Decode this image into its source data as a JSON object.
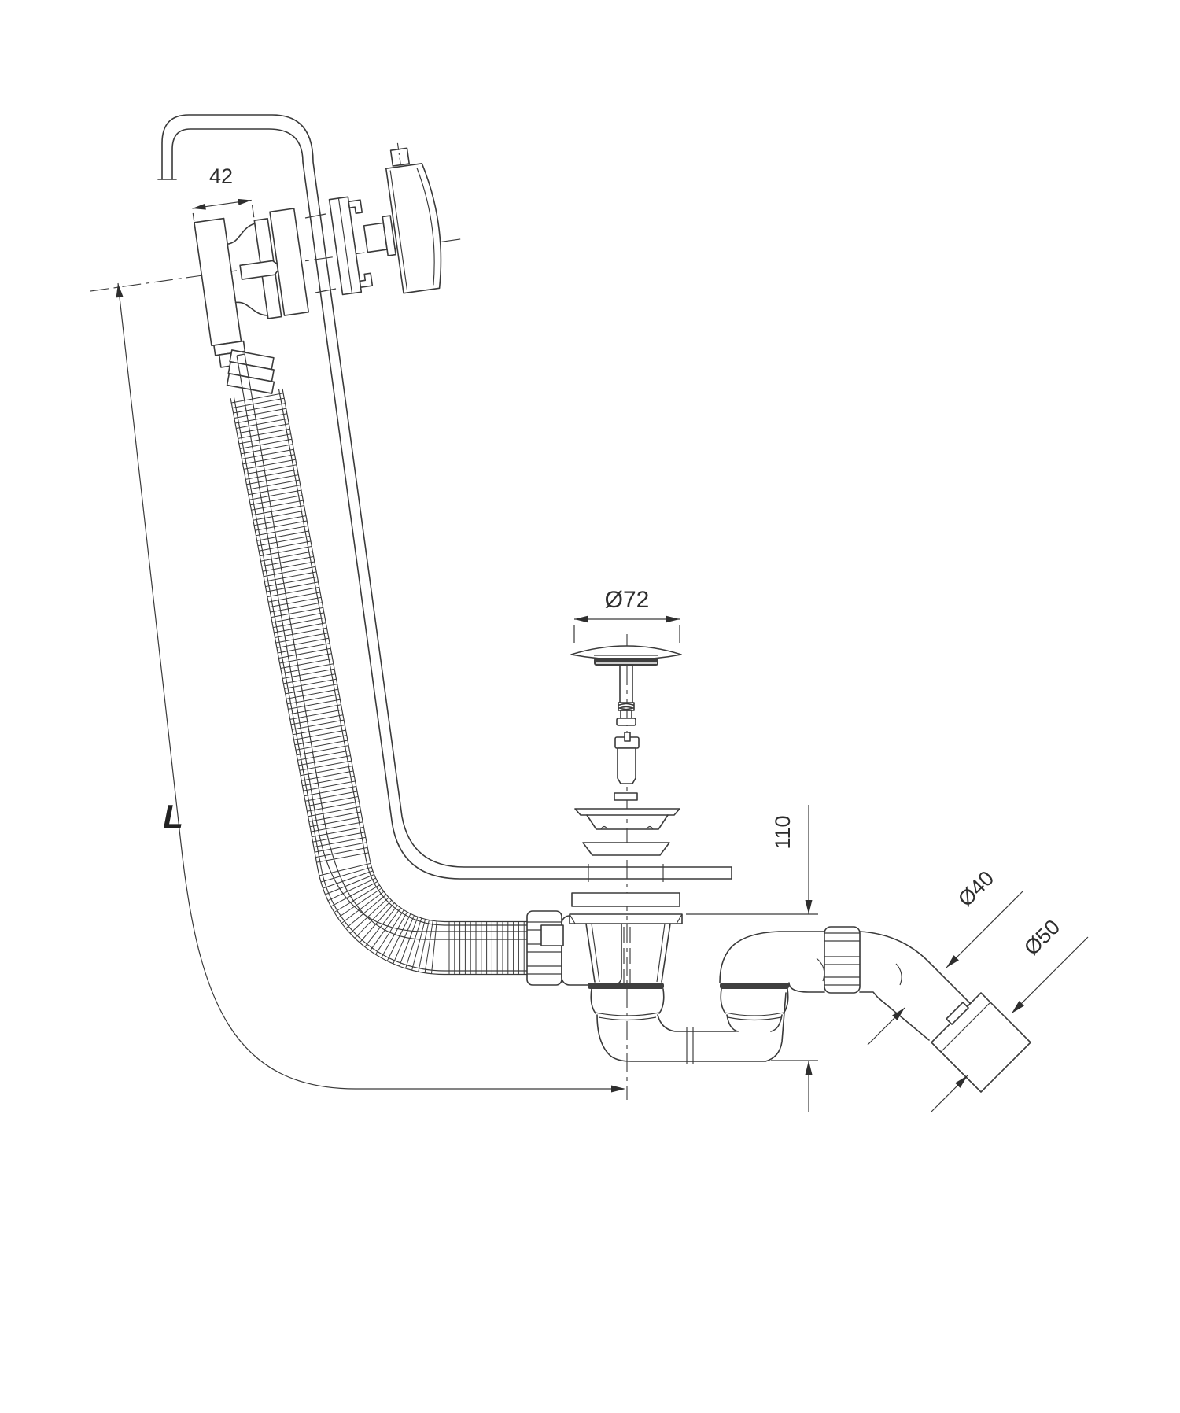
{
  "diagram": {
    "type": "technical-drawing",
    "subject": "bathtub waste and overflow drain kit, exploded sectional view",
    "colors": {
      "background": "#ffffff",
      "line": "#3a3a3a",
      "solid_parts": "#3f3f3f"
    },
    "dimensions": {
      "overflow_depth": {
        "label": "42"
      },
      "plug_cap_diameter": {
        "label": "Ø72"
      },
      "waste_height": {
        "label": "110"
      },
      "outlet_pipe_diameter": {
        "label": "Ø40"
      },
      "outlet_sleeve_diameter": {
        "label": "Ø50"
      },
      "hose_length": {
        "label": "L"
      }
    }
  }
}
